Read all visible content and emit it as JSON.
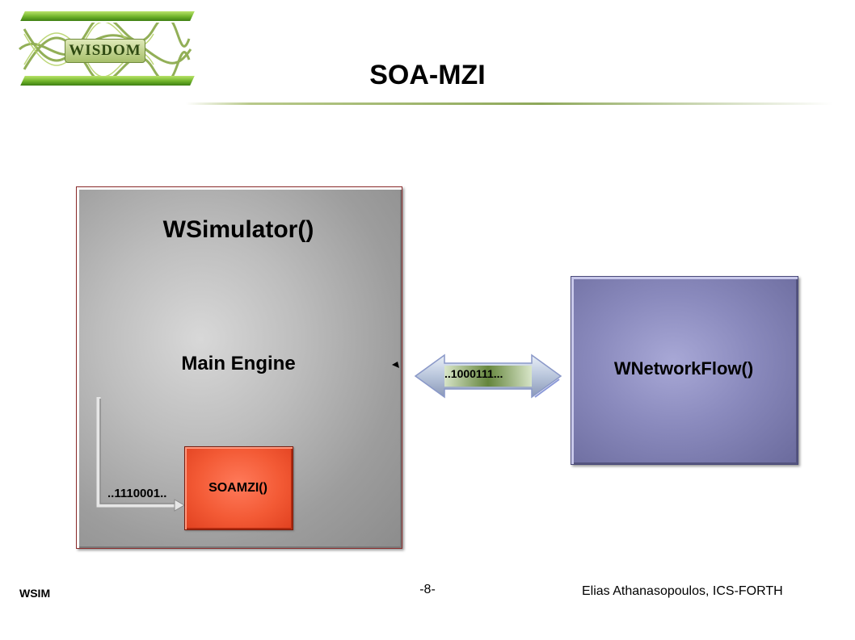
{
  "header": {
    "logo_text": "WISDOM",
    "title": "SOA-MZI"
  },
  "diagram": {
    "simulator": {
      "title": "WSimulator()",
      "engine_label": "Main Engine",
      "module_label": "SOAMZI()",
      "internal_bits": "..1110001.."
    },
    "network": {
      "title": "WNetworkFlow()",
      "link_bits": "..1000111..."
    },
    "colors": {
      "simulator_fill": "#b0b0b0",
      "module_fill": "#f35a35",
      "network_fill": "#8a8abd",
      "link_fill": "#9dbf6a"
    }
  },
  "footer": {
    "left": "WSIM",
    "page": "-8-",
    "right": "Elias Athanasopoulos, ICS-FORTH"
  }
}
